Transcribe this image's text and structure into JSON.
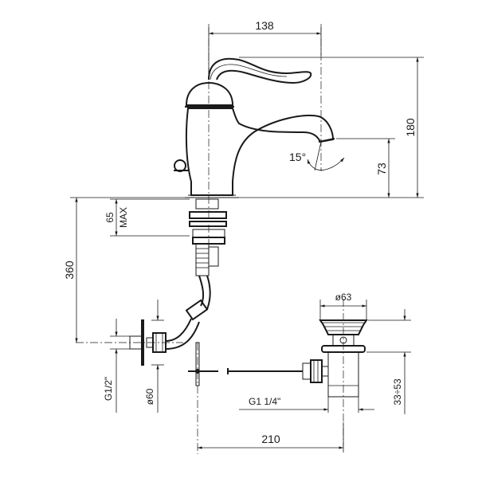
{
  "dimensions": {
    "top_width": "138",
    "overall_height": "180",
    "spout_height": "73",
    "spout_angle": "15°",
    "shank_max": "65",
    "shank_max_suffix": "MAX",
    "drain_depth": "360",
    "pipe_thread": "G1/2\"",
    "flange_diameter": "ø60",
    "waste_diameter": "ø63",
    "waste_thread": "G1  1/4\"",
    "waste_range": "33÷53",
    "bottom_width": "210"
  },
  "colors": {
    "line": "#1a1a1a",
    "background": "#ffffff"
  }
}
